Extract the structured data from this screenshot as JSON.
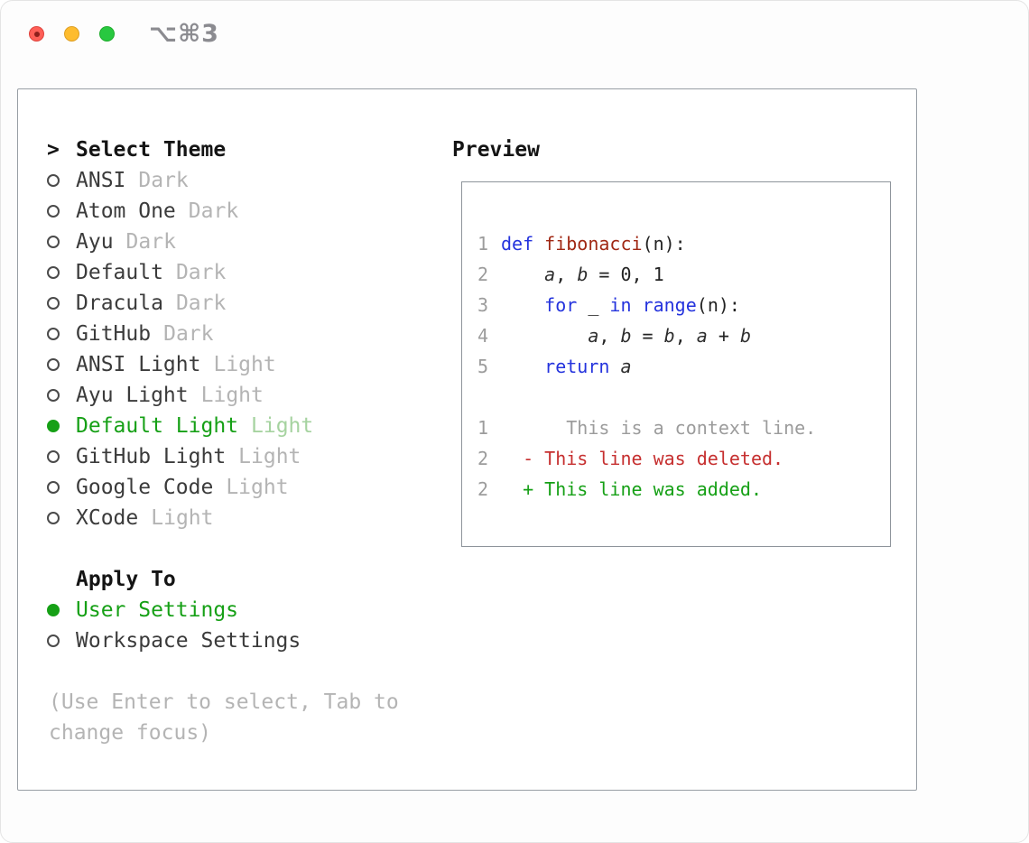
{
  "window": {
    "shortcut_label": "⌥⌘3"
  },
  "colors": {
    "accent_green": "#16a016",
    "keyword_blue": "#2433dd",
    "function_red": "#a02814",
    "deleted_red": "#c62f2f",
    "added_green": "#16a016"
  },
  "theme_selector": {
    "prompt": ">",
    "title": "Select Theme",
    "items": [
      {
        "name": "ANSI",
        "variant": "Dark",
        "selected": false
      },
      {
        "name": "Atom One",
        "variant": "Dark",
        "selected": false
      },
      {
        "name": "Ayu",
        "variant": "Dark",
        "selected": false
      },
      {
        "name": "Default",
        "variant": "Dark",
        "selected": false
      },
      {
        "name": "Dracula",
        "variant": "Dark",
        "selected": false
      },
      {
        "name": "GitHub",
        "variant": "Dark",
        "selected": false
      },
      {
        "name": "ANSI Light",
        "variant": "Light",
        "selected": false
      },
      {
        "name": "Ayu Light",
        "variant": "Light",
        "selected": false
      },
      {
        "name": "Default Light",
        "variant": "Light",
        "selected": true
      },
      {
        "name": "GitHub Light",
        "variant": "Light",
        "selected": false
      },
      {
        "name": "Google Code",
        "variant": "Light",
        "selected": false
      },
      {
        "name": "XCode",
        "variant": "Light",
        "selected": false
      }
    ]
  },
  "apply_to": {
    "title": "Apply To",
    "options": [
      {
        "label": "User Settings",
        "selected": true
      },
      {
        "label": "Workspace Settings",
        "selected": false
      }
    ]
  },
  "help_text": "(Use Enter to select, Tab to change focus)",
  "preview": {
    "title": "Preview",
    "code_lines": [
      {
        "num": "1",
        "tokens": [
          {
            "text": "def",
            "style": "kw"
          },
          {
            "text": " ",
            "style": "plain"
          },
          {
            "text": "fibonacci",
            "style": "fn"
          },
          {
            "text": "(n):",
            "style": "plain"
          }
        ]
      },
      {
        "num": "2",
        "tokens": [
          {
            "text": "    ",
            "style": "plain"
          },
          {
            "text": "a",
            "style": "var"
          },
          {
            "text": ", ",
            "style": "plain"
          },
          {
            "text": "b",
            "style": "var"
          },
          {
            "text": " = 0, 1",
            "style": "plain"
          }
        ]
      },
      {
        "num": "3",
        "tokens": [
          {
            "text": "    ",
            "style": "plain"
          },
          {
            "text": "for",
            "style": "kw"
          },
          {
            "text": " _ ",
            "style": "plain"
          },
          {
            "text": "in",
            "style": "kw"
          },
          {
            "text": " ",
            "style": "plain"
          },
          {
            "text": "range",
            "style": "kw"
          },
          {
            "text": "(n):",
            "style": "plain"
          }
        ]
      },
      {
        "num": "4",
        "tokens": [
          {
            "text": "        ",
            "style": "plain"
          },
          {
            "text": "a",
            "style": "var"
          },
          {
            "text": ", ",
            "style": "plain"
          },
          {
            "text": "b",
            "style": "var"
          },
          {
            "text": " = ",
            "style": "plain"
          },
          {
            "text": "b",
            "style": "var"
          },
          {
            "text": ", ",
            "style": "plain"
          },
          {
            "text": "a",
            "style": "var"
          },
          {
            "text": " + ",
            "style": "plain"
          },
          {
            "text": "b",
            "style": "var"
          }
        ]
      },
      {
        "num": "5",
        "tokens": [
          {
            "text": "    ",
            "style": "plain"
          },
          {
            "text": "return",
            "style": "kw"
          },
          {
            "text": " ",
            "style": "plain"
          },
          {
            "text": "a",
            "style": "var"
          }
        ]
      }
    ],
    "diff_lines": [
      {
        "num": "1",
        "text": "      This is a context line.",
        "kind": "context"
      },
      {
        "num": "2",
        "text": "  - This line was deleted.",
        "kind": "deleted"
      },
      {
        "num": "2",
        "text": "  + This line was added.",
        "kind": "added"
      }
    ]
  }
}
